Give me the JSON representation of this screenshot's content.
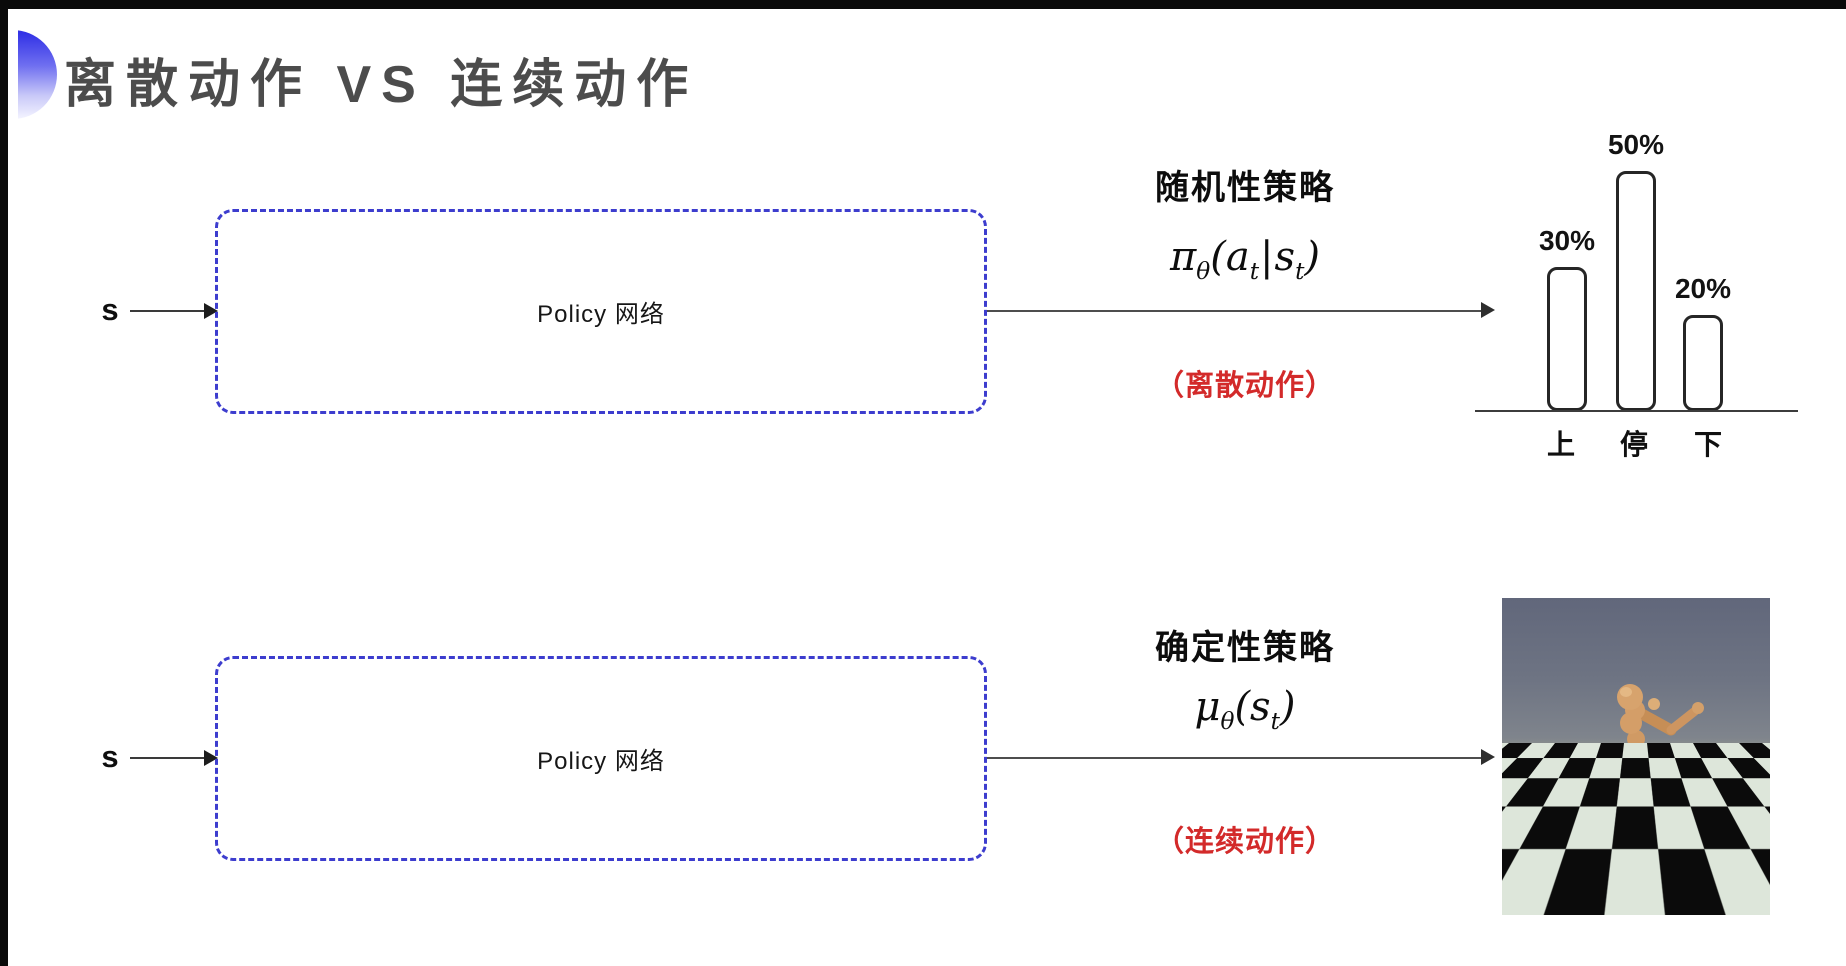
{
  "title": "离散动作 VS 连续动作",
  "rows": [
    {
      "id": "discrete-action-row",
      "input_label": "s",
      "box_label": "Policy 网络",
      "policy_type": "随机性策略",
      "formula": {
        "fn": "π",
        "fn_sub": "θ",
        "open": "(",
        "arg1": "a",
        "arg1_sub": "t",
        "sep": "|",
        "arg2": "s",
        "arg2_sub": "t",
        "close": ")"
      },
      "action_note": "（离散动作）"
    },
    {
      "id": "continuous-action-row",
      "input_label": "s",
      "box_label": "Policy 网络",
      "policy_type": "确定性策略",
      "formula": {
        "fn": "μ",
        "fn_sub": "θ",
        "open": "(",
        "arg1": "s",
        "arg1_sub": "t",
        "close": ")"
      },
      "action_note": "（连续动作）"
    }
  ],
  "chart_data": {
    "type": "bar",
    "title": "",
    "xlabel": "",
    "ylabel": "",
    "categories": [
      "上",
      "停",
      "下"
    ],
    "values": [
      30,
      50,
      20
    ],
    "value_labels": [
      "30%",
      "50%",
      "20%"
    ],
    "unit": "%",
    "ylim": [
      0,
      55
    ],
    "grid": false,
    "legend": false,
    "bar_fill": "#ffffff",
    "bar_border": "#262626"
  },
  "figure": {
    "name": "humanoid-mujoco-frame"
  },
  "colors": {
    "dashed_box_blue": "#3d3dce",
    "note_red": "#d32a2a",
    "title_gray": "#4c4c4c",
    "text_black": "#111111",
    "arrow_gray": "#4d4d4d",
    "letterbox_black": "#0a0a0a",
    "accent_gradient_top": "#3333e6",
    "accent_gradient_bottom": "#f4f4ff"
  }
}
